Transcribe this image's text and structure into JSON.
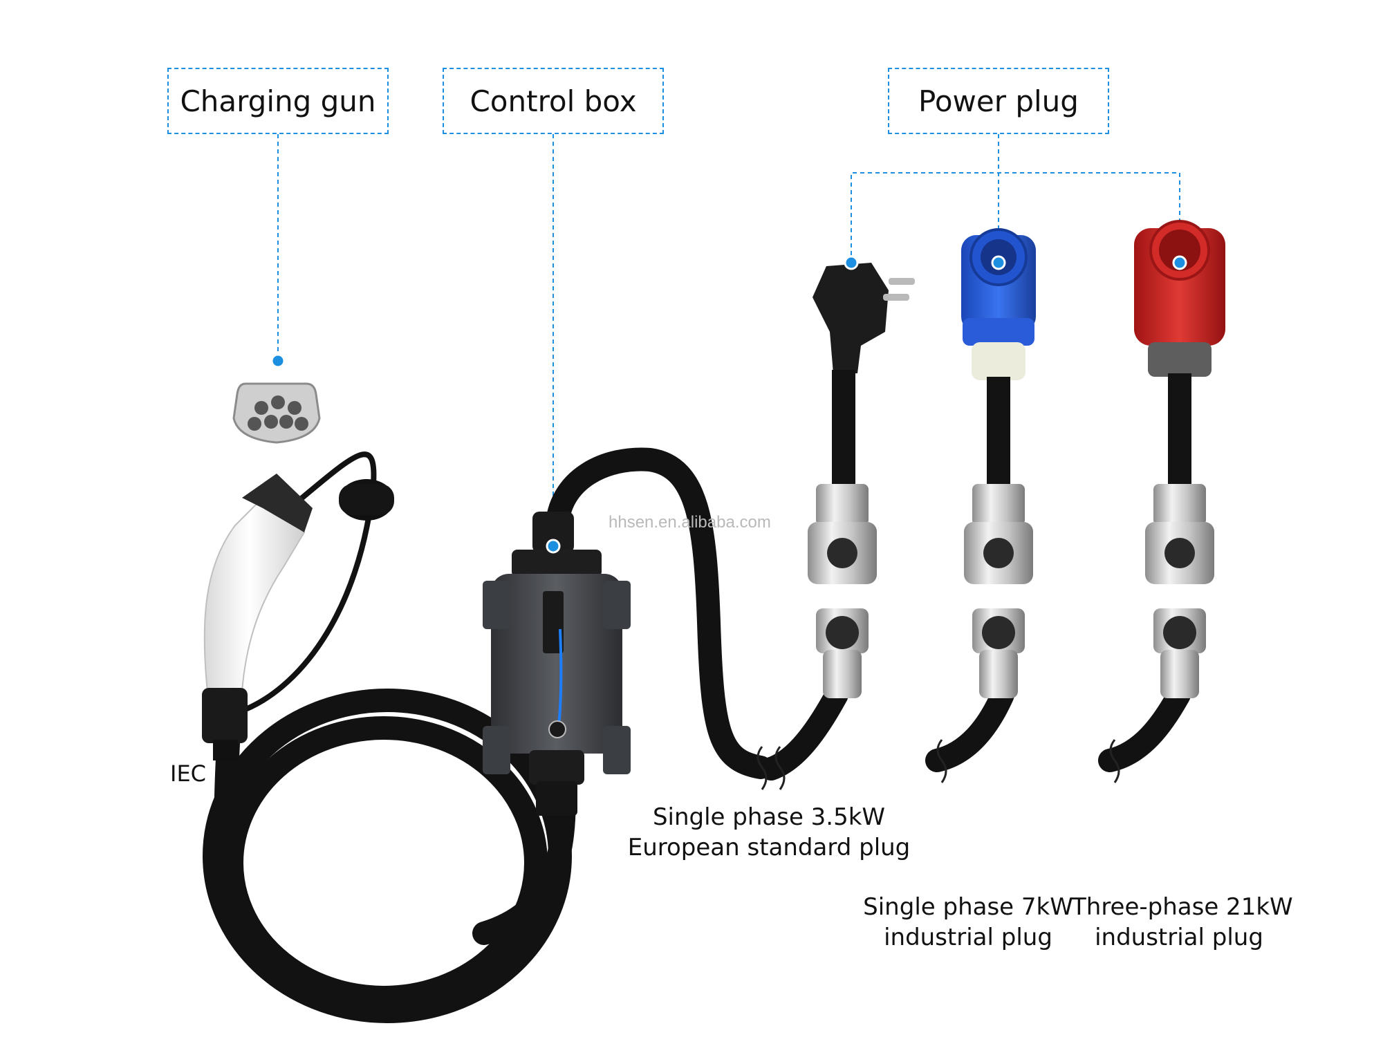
{
  "labels": {
    "charging_gun": "Charging gun",
    "control_box": "Control box",
    "power_plug": "Power plug"
  },
  "iec_label": "IEC",
  "watermark": "hhsen.en.alibaba.com",
  "plugs": [
    {
      "line1": "Single phase 3.5kW",
      "line2": "European standard plug"
    },
    {
      "line1": "Single phase 7kW",
      "line2": "industrial plug"
    },
    {
      "line1": "Three-phase 21kW",
      "line2": "industrial plug"
    }
  ],
  "colors": {
    "accent": "#1d8fe0",
    "cable": "#121212",
    "blue_plug": "#1f56d6",
    "red_plug": "#c81e1e",
    "control_box": "#4a4d52"
  }
}
